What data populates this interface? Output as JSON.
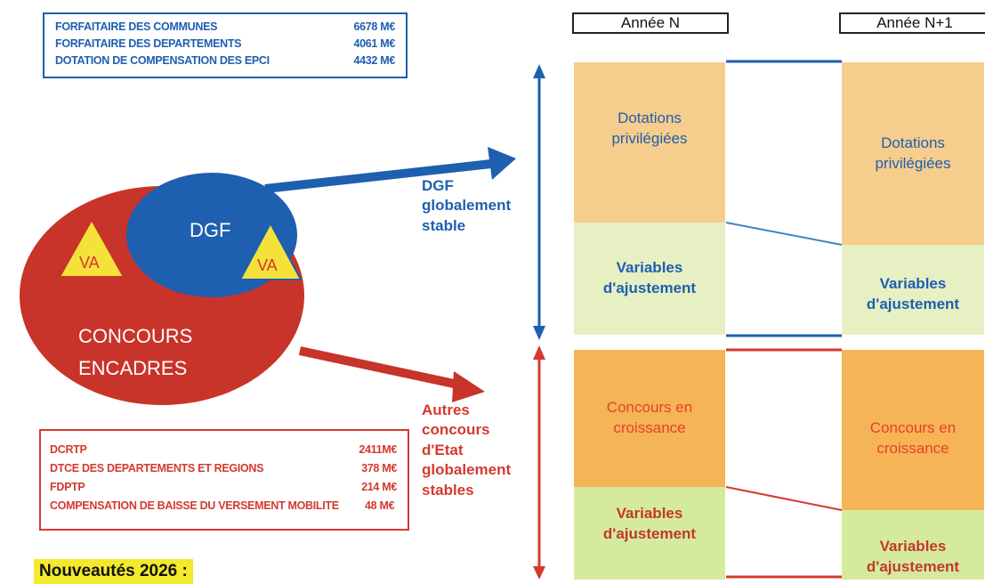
{
  "top_box": {
    "rows": [
      {
        "label": "FORFAITAIRE DES COMMUNES",
        "value": "6678 M€"
      },
      {
        "label": "FORFAITAIRE DES DEPARTEMENTS",
        "value": "4061 M€"
      },
      {
        "label": "DOTATION DE COMPENSATION DES EPCI",
        "value": "4432 M€"
      }
    ]
  },
  "bottom_box": {
    "rows": [
      {
        "label": "DCRTP",
        "value": "2411M€"
      },
      {
        "label": "DTCE DES DEPARTEMENTS ET REGIONS",
        "value": "378 M€"
      },
      {
        "label": "FDPTP",
        "value": "214 M€"
      },
      {
        "label": "COMPENSATION DE BAISSE DU VERSEMENT MOBILITE",
        "value": "48 M€"
      }
    ]
  },
  "circle": {
    "dgf": "DGF",
    "va": "VA",
    "concours_line1": "CONCOURS",
    "concours_line2": "ENCADRES"
  },
  "labels": {
    "dgf_stable": [
      "DGF",
      "globalement",
      "stable"
    ],
    "autres": [
      "Autres",
      "concours",
      "d'Etat",
      "globalement",
      "stables"
    ]
  },
  "columns": {
    "year_n": "Année N",
    "year_n1": "Année N+1"
  },
  "cells": {
    "dotations": [
      "Dotations",
      "privilégiées"
    ],
    "variables": [
      "Variables",
      "d'ajustement"
    ],
    "concours": [
      "Concours en",
      "croissance"
    ]
  },
  "footer": {
    "nouveautes": "Nouveautés 2026 :"
  },
  "colors": {
    "blue": "#1f5fb0",
    "red": "#d43a2f",
    "circle_red": "#c8332a",
    "circle_blue": "#1f5fb0",
    "triangle_yellow": "#f4e23a"
  }
}
